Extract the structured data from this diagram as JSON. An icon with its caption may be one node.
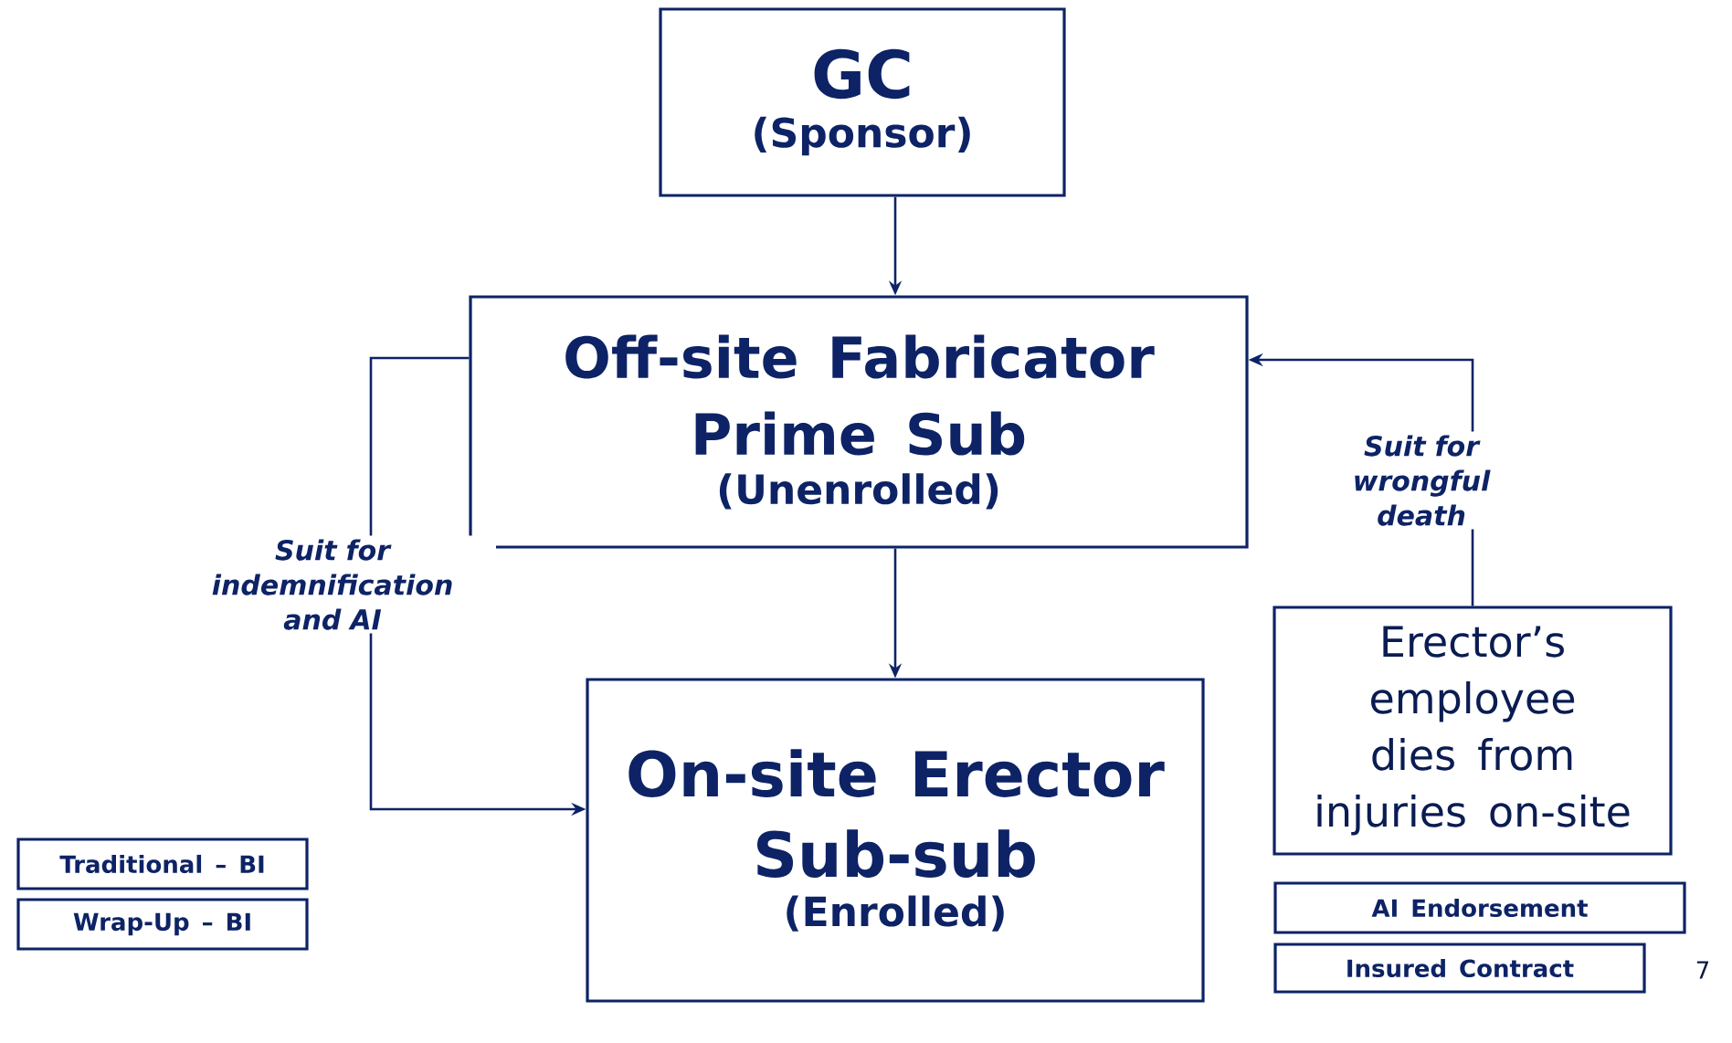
{
  "diagram": {
    "nodes": [
      {
        "text": [
          "GC",
          "(Sponsor)"
        ]
      },
      {
        "text": [
          "Off-site Fabricator Prime Sub",
          "(Unenrolled)"
        ]
      },
      {
        "text": [
          "On-site Erector Sub-sub",
          "(Enrolled)"
        ]
      },
      {
        "text": [
          "Erector’s employee dies from injuries on-site"
        ]
      },
      {
        "text": [
          "Traditional – BI"
        ]
      },
      {
        "text": [
          "Wrap-Up – BI"
        ]
      },
      {
        "text": [
          "AI Endorsement"
        ]
      },
      {
        "text": [
          "Insured Contract"
        ]
      }
    ],
    "edges": [
      {
        "from": 0,
        "to": 1,
        "arrow": "to"
      },
      {
        "from": 1,
        "to": 2,
        "arrow": "to"
      },
      {
        "from": 1,
        "to": 2,
        "arrow": "to",
        "label": "Suit for indemnification and AI"
      },
      {
        "from": 3,
        "to": 1,
        "arrow": "to",
        "label": "Suit for wrongful death"
      }
    ],
    "labels": [
      "7"
    ]
  }
}
